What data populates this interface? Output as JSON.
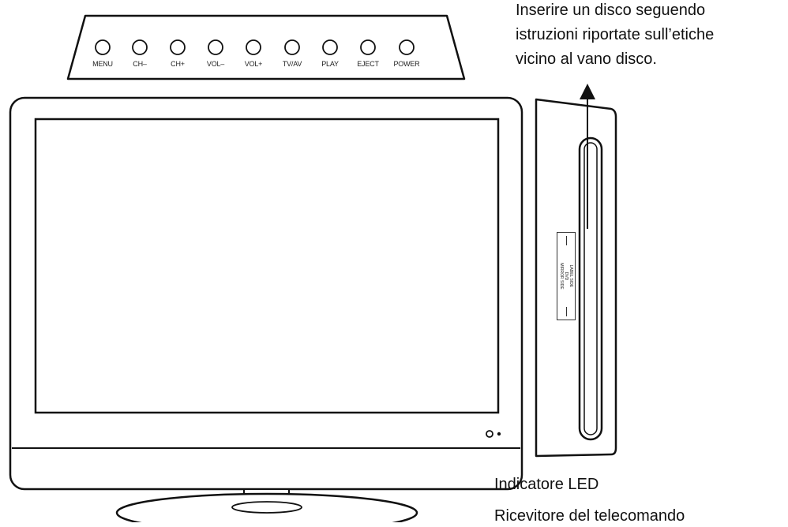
{
  "buttons": [
    {
      "id": "menu",
      "label": "MENU"
    },
    {
      "id": "ch-minus",
      "label": "CH–"
    },
    {
      "id": "ch-plus",
      "label": "CH+"
    },
    {
      "id": "vol-minus",
      "label": "VOL–"
    },
    {
      "id": "vol-plus",
      "label": "VOL+"
    },
    {
      "id": "tv-av",
      "label": "TV/AV"
    },
    {
      "id": "play",
      "label": "PLAY"
    },
    {
      "id": "eject",
      "label": "EJECT"
    },
    {
      "id": "power",
      "label": "POWER"
    }
  ],
  "annotations": {
    "insert_disc": [
      "Inserire un disco seguendo",
      "istruzioni riportate sull’etiche",
      "vicino al vano disco."
    ],
    "led_indicator": "Indicatore LED",
    "remote_receiver": "Ricevitore del telecomando"
  },
  "disc_label": {
    "line1": "LABEL SIDE",
    "line2": "DVD",
    "line3": "MIRROR SIDE"
  },
  "colors": {
    "stroke": "#111111",
    "background": "#ffffff"
  }
}
